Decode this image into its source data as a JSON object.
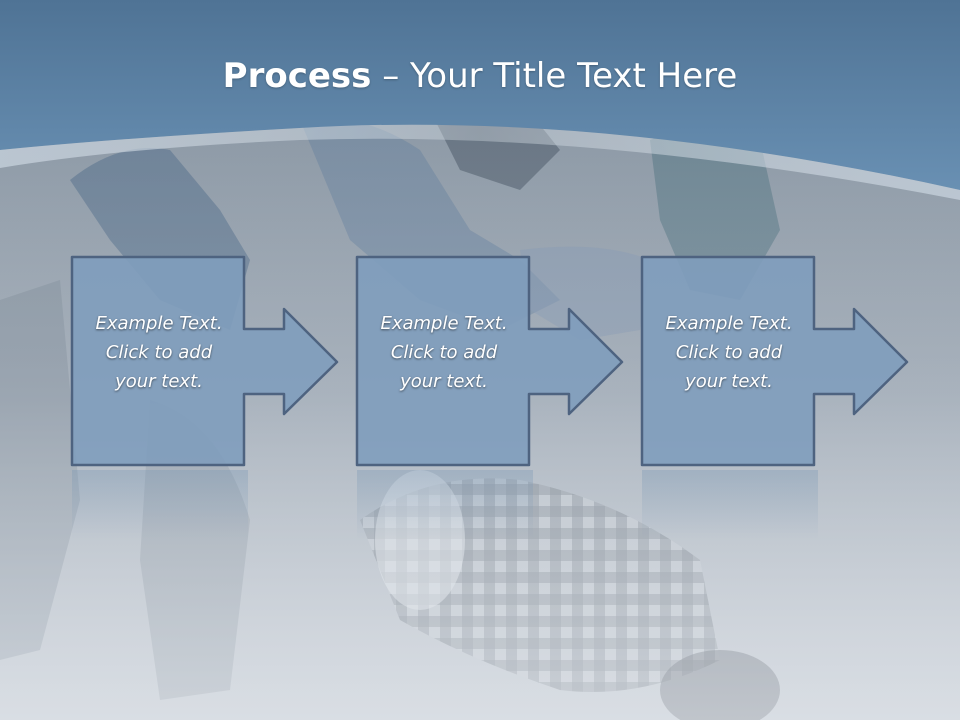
{
  "slide": {
    "title_bold": "Process",
    "title_dash": " – ",
    "title_rest": "Your Title Text Here"
  },
  "steps": [
    {
      "line1": "Example Text.",
      "line2": "Click  to add",
      "line3": "your text."
    },
    {
      "line1": "Example Text.",
      "line2": "Click  to add",
      "line3": "your text."
    },
    {
      "line1": "Example Text.",
      "line2": "Click  to add",
      "line3": "your text."
    }
  ],
  "colors": {
    "header": "#5f84a6",
    "box_fill": "#7d9bbb",
    "box_stroke": "#4e6380",
    "title_text": "#ffffff"
  },
  "icons": [
    "right-arrow-icon"
  ]
}
